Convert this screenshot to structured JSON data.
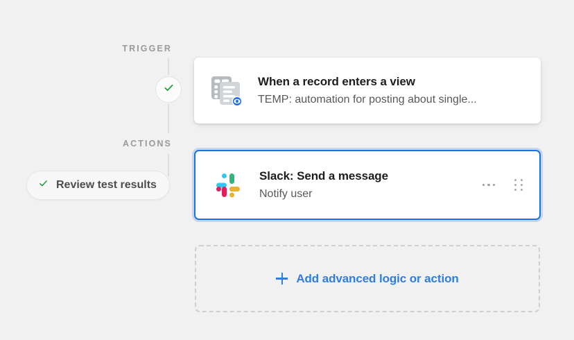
{
  "background_color": "#f1f1f1",
  "sections": {
    "trigger_label": "TRIGGER",
    "actions_label": "ACTIONS"
  },
  "timeline": {
    "status_icon": "check-icon",
    "status_color": "#1a9c3a"
  },
  "review_pill": {
    "label": "Review test results",
    "icon": "check-icon",
    "icon_color": "#1a9c3a"
  },
  "trigger_card": {
    "icon": "record-view-icon",
    "title": "When a record enters a view",
    "subtitle": "TEMP: automation for posting about single..."
  },
  "action_card": {
    "icon": "slack-icon",
    "title": "Slack: Send a message",
    "subtitle": "Notify user",
    "selected": true,
    "selection_color": "#1f6fe5",
    "more_icon": "more-horizontal-icon",
    "drag_icon": "drag-handle-icon"
  },
  "add_step": {
    "label": "Add advanced logic or action",
    "icon": "plus-icon",
    "accent_color": "#2f7de1"
  },
  "slack_colors": {
    "blue": "#36c5f0",
    "green": "#2eb67d",
    "red": "#e01e5a",
    "yellow": "#ecb22e"
  }
}
